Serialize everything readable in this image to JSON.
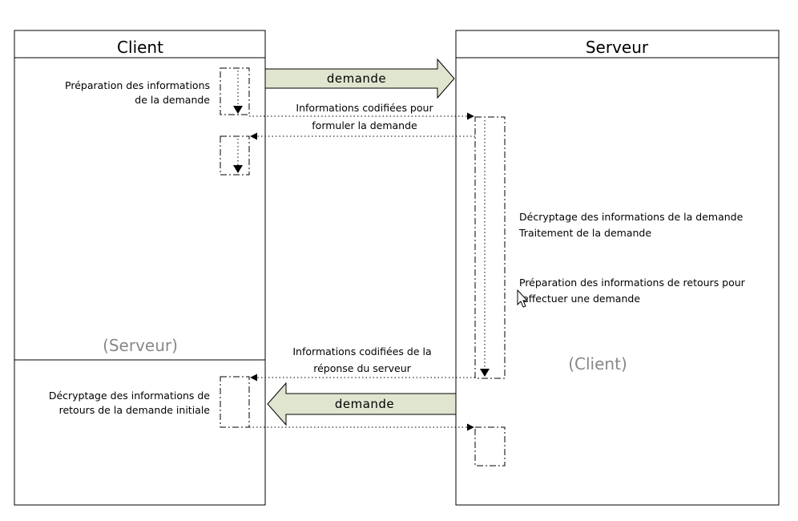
{
  "client": {
    "title": "Client",
    "prep_line1": "Préparation des  informations",
    "prep_line2": "de la demande",
    "alt_role": "(Serveur)",
    "decrypt_line1": "Décryptage des informations de",
    "decrypt_line2": "retours de la demande initiale"
  },
  "server": {
    "title": "Serveur",
    "line1": "Décryptage des informations de la demande",
    "line2": "Traitement de la demande",
    "line3": "Préparation des  informations de retours pour",
    "line4": "effectuer une demande",
    "alt_role": "(Client)"
  },
  "messages": {
    "request_label": "demande",
    "coded_request_line1": "Informations codifiées pour",
    "coded_request_line2": "formuler la demande",
    "coded_response_line1": "Informations codifiées de la",
    "coded_response_line2": "réponse du serveur",
    "response_label": "demande"
  },
  "colors": {
    "arrow_fill": "#dfe5cf",
    "border": "#000000",
    "role_text": "#888888"
  }
}
